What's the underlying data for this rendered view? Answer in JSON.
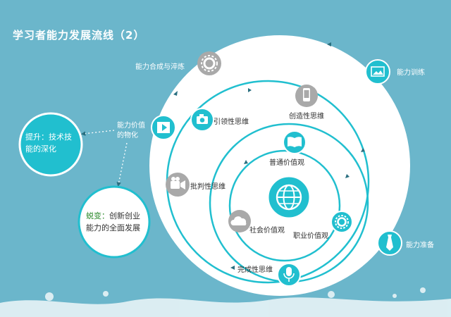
{
  "title": "学习者能力发展流线（2）",
  "colors": {
    "background": "#6bb6cb",
    "accent": "#21bfcf",
    "ring": "#ffffff",
    "icon_gray": "#a9a9a9",
    "highlight": "#2e8b2e"
  },
  "outer_labels": {
    "synthesis": "能力合成与淬炼",
    "training": "能力训练",
    "preparation": "能力准备",
    "value_materialize": "能力价值的物化"
  },
  "side_boxes": {
    "upgrade": "提升：技术技能的深化",
    "transform_prefix": "蜕变：",
    "transform_rest": "创新创业能力的全面发展"
  },
  "ring_labels": {
    "lead": "引领性思维",
    "creative": "创造性思维",
    "critical": "批判性思维",
    "complete": "完成性思维",
    "common": "普通价值观",
    "social": "社会价值观",
    "career": "职业价值观"
  },
  "icons": {
    "synthesis": "gear-icon",
    "training": "image-icon",
    "preparation": "tie-icon",
    "value": "film-icon",
    "lead": "camera-icon",
    "creative": "phone-icon",
    "critical": "video-camera-icon",
    "complete": "microphone-icon",
    "common": "book-icon",
    "social": "cloud-icon",
    "career": "gear-icon",
    "center": "globe-icon"
  }
}
